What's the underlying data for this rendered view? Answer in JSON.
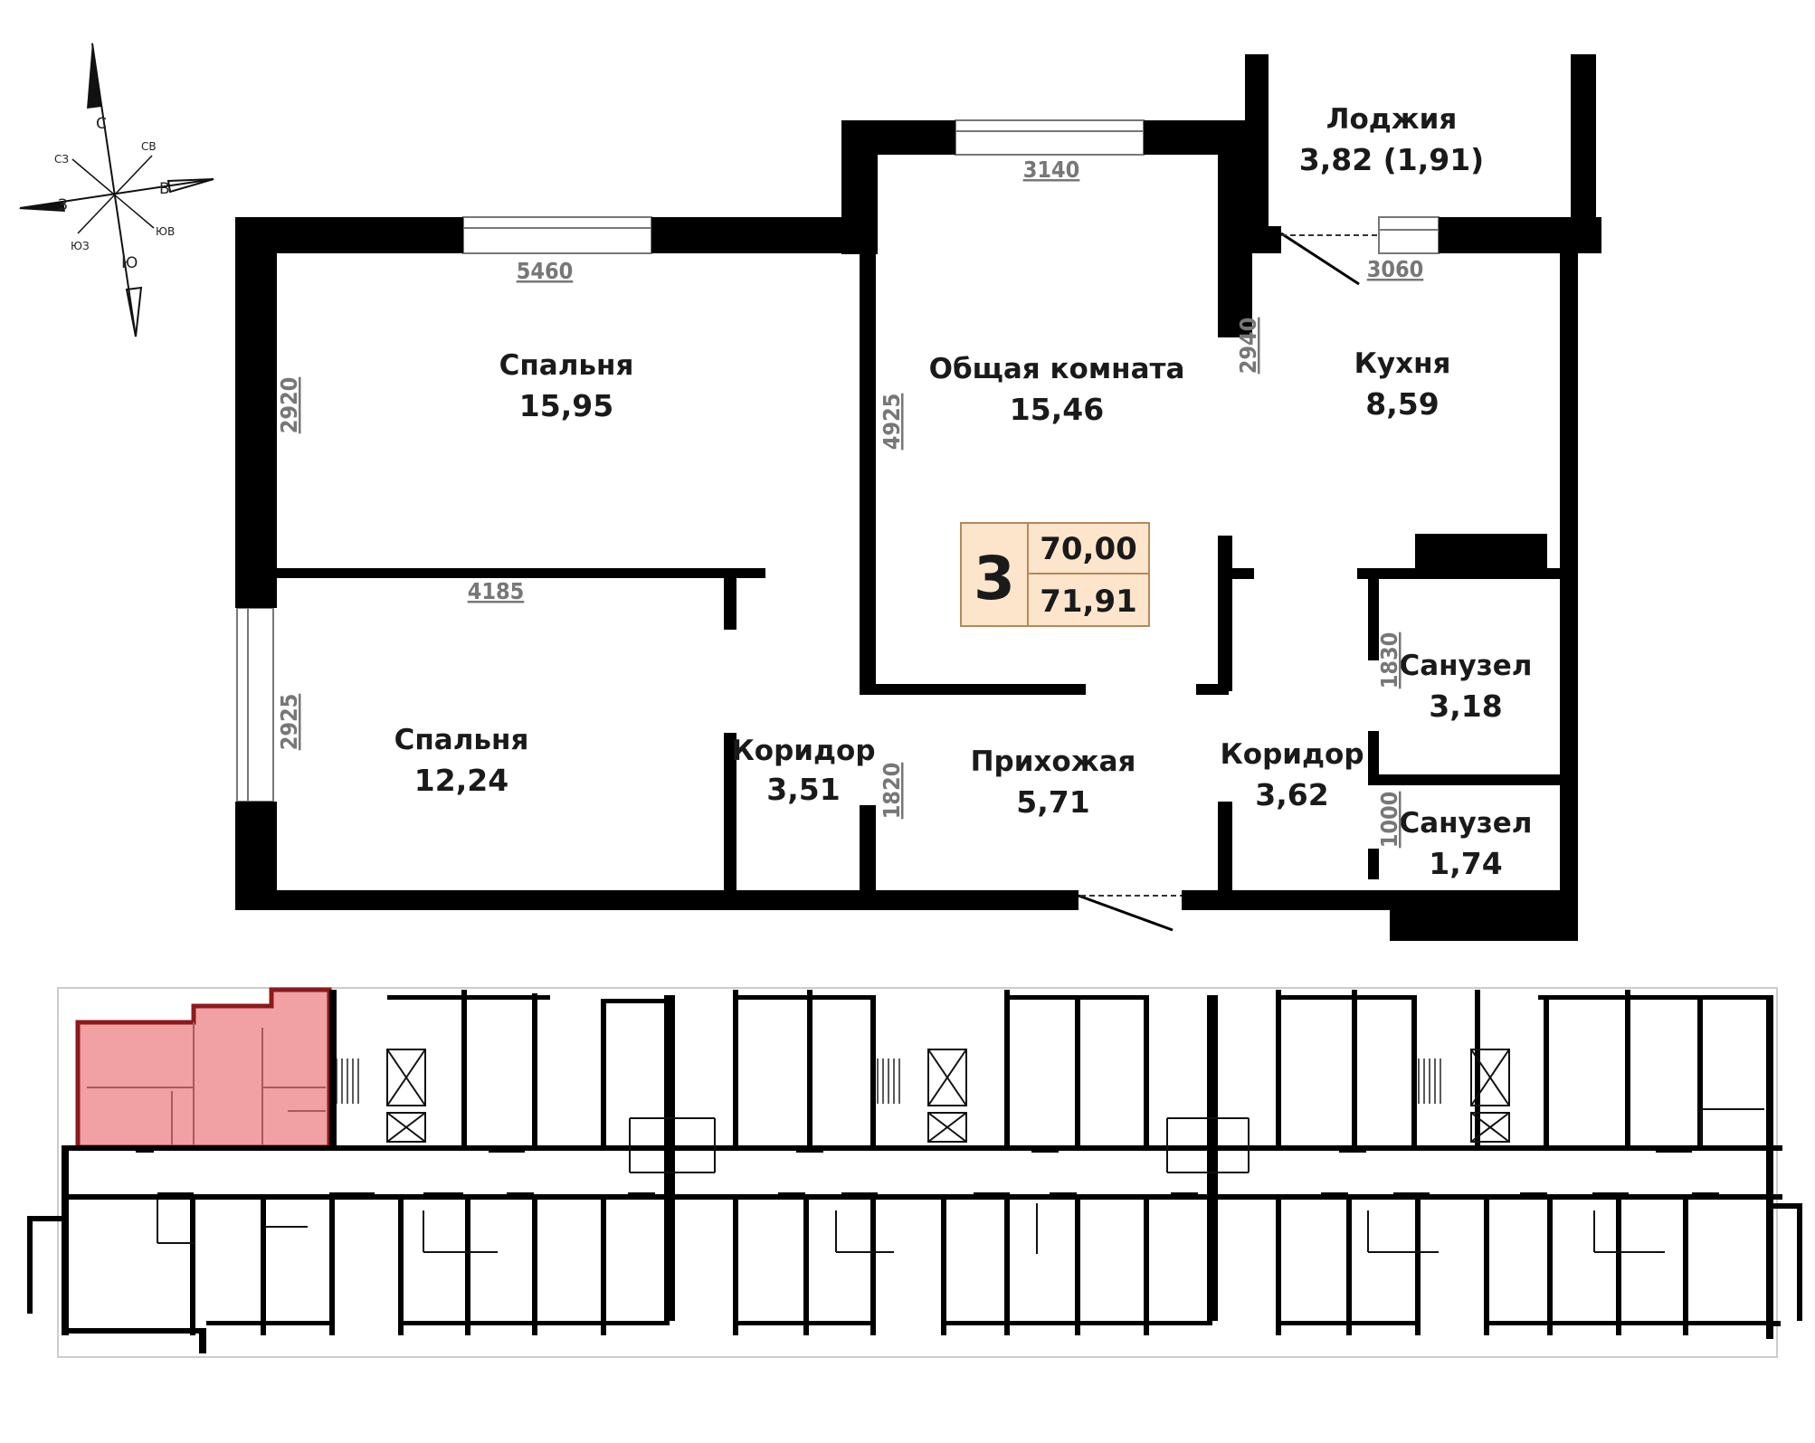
{
  "plan": {
    "rooms": [
      {
        "name": "Спальня",
        "area": "15,95"
      },
      {
        "name": "Спальня",
        "area": "12,24"
      },
      {
        "name": "Общая комната",
        "area": "15,46"
      },
      {
        "name": "Лоджия",
        "area": "3,82 (1,91)"
      },
      {
        "name": "Кухня",
        "area": "8,59"
      },
      {
        "name": "Коридор",
        "area": "3,51"
      },
      {
        "name": "Прихожая",
        "area": "5,71"
      },
      {
        "name": "Коридор",
        "area": "3,62"
      },
      {
        "name": "Санузел",
        "area": "3,18"
      },
      {
        "name": "Санузел",
        "area": "1,74"
      }
    ],
    "dimensions": [
      "5460",
      "2920",
      "4185",
      "2925",
      "3140",
      "4925",
      "2940",
      "3060",
      "1820",
      "1830",
      "1000"
    ],
    "badge": {
      "rooms": "3",
      "area_total": "70,00",
      "area_with_loggia": "71,91"
    }
  },
  "compass": {
    "n": "С",
    "s": "Ю",
    "e": "В",
    "w": "З",
    "ne": "СВ",
    "nw": "СЗ",
    "se": "ЮВ",
    "sw": "ЮЗ"
  },
  "colors": {
    "wall": "#000000",
    "badge_fill": "#fde5cc",
    "badge_stroke": "#b5895a",
    "highlight_fill": "#f1a0a4",
    "highlight_stroke": "#8c1a1a",
    "dimension_text": "#777777"
  }
}
